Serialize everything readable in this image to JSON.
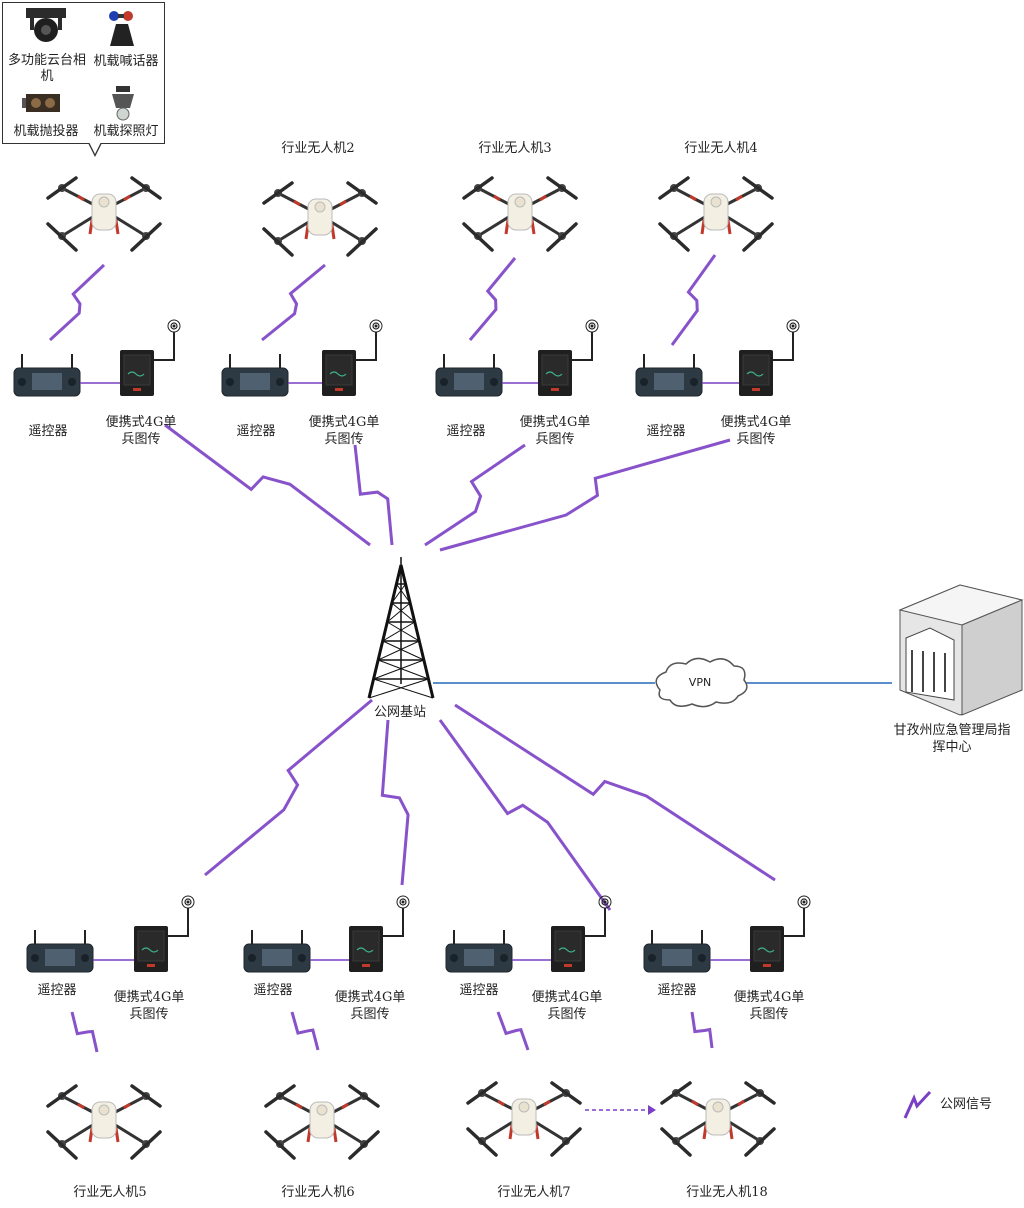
{
  "center": {
    "tower_label": "公网基站",
    "vpn_label": "VPN",
    "command_center_label": "甘孜州应急管理局指挥中心"
  },
  "callout": {
    "items": [
      {
        "label": "多功能云台相机",
        "icon": "gimbal-camera-icon"
      },
      {
        "label": "机载喊话器",
        "icon": "loudspeaker-icon"
      },
      {
        "label": "机载抛投器",
        "icon": "dropper-icon"
      },
      {
        "label": "机载探照灯",
        "icon": "searchlight-icon"
      }
    ]
  },
  "ground_labels": {
    "controller": "遥控器",
    "transmitter": "便携式4G单兵图传"
  },
  "top_drones": [
    {
      "name": ""
    },
    {
      "name": "行业无人机2"
    },
    {
      "name": "行业无人机3"
    },
    {
      "name": "行业无人机4"
    }
  ],
  "bottom_drones": [
    {
      "name": "行业无人机5"
    },
    {
      "name": "行业无人机6"
    },
    {
      "name": "行业无人机7"
    },
    {
      "name": "行业无人机18"
    }
  ],
  "legend": {
    "label": "公网信号",
    "color": "#7a3fc4"
  },
  "colors": {
    "signal": "#7a3fc4",
    "link": "#5b8fc9",
    "dashed_arrow": "#7a3fc4"
  }
}
